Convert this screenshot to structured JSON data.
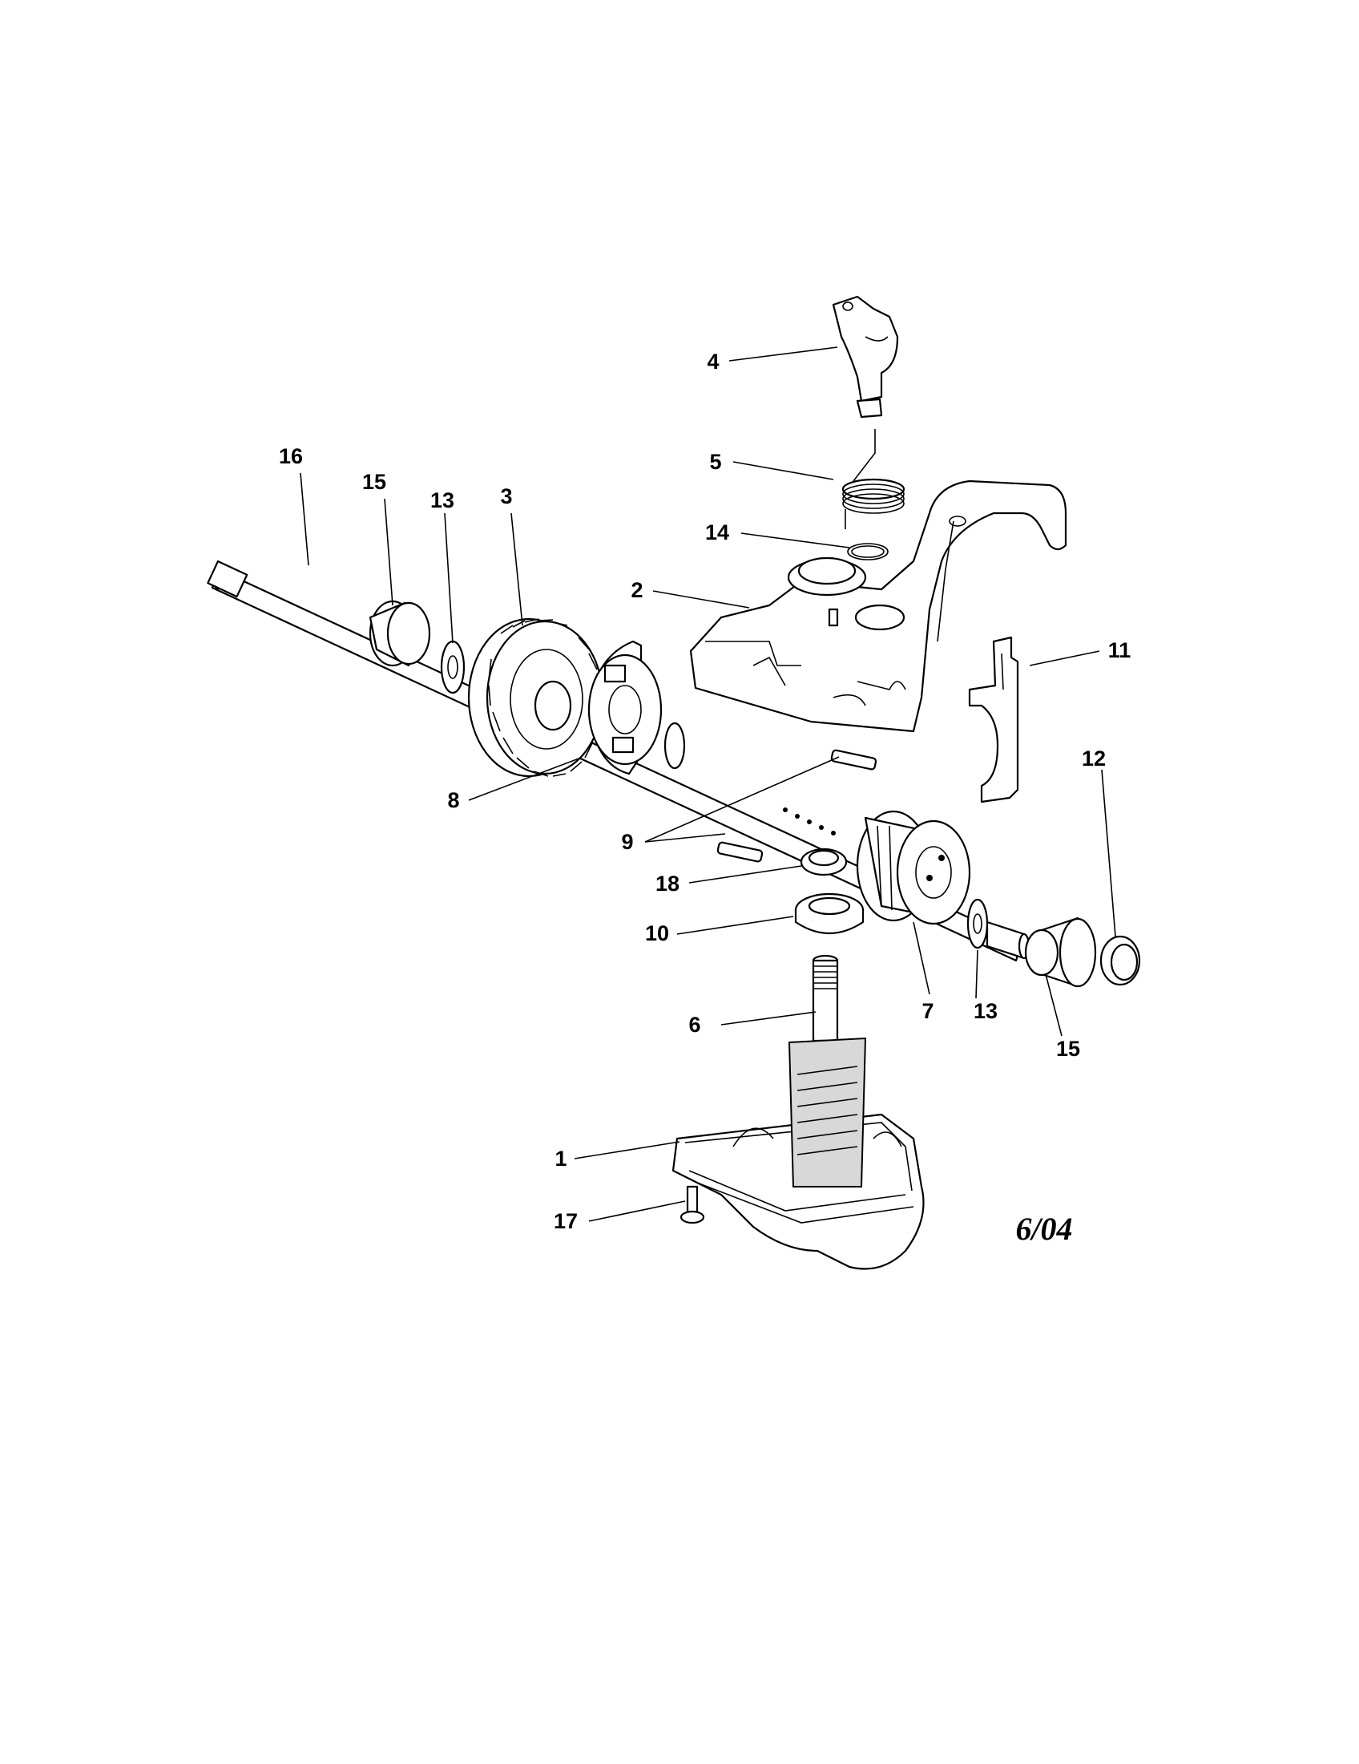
{
  "diagram": {
    "date_mark": "6/04",
    "callouts": [
      {
        "id": "c1",
        "label": "1"
      },
      {
        "id": "c2",
        "label": "2"
      },
      {
        "id": "c3",
        "label": "3"
      },
      {
        "id": "c4",
        "label": "4"
      },
      {
        "id": "c5",
        "label": "5"
      },
      {
        "id": "c6",
        "label": "6"
      },
      {
        "id": "c7",
        "label": "7"
      },
      {
        "id": "c8",
        "label": "8"
      },
      {
        "id": "c9",
        "label": "9"
      },
      {
        "id": "c10",
        "label": "10"
      },
      {
        "id": "c11",
        "label": "11"
      },
      {
        "id": "c12",
        "label": "12"
      },
      {
        "id": "c13a",
        "label": "13"
      },
      {
        "id": "c13b",
        "label": "13"
      },
      {
        "id": "c14",
        "label": "14"
      },
      {
        "id": "c15a",
        "label": "15"
      },
      {
        "id": "c15b",
        "label": "15"
      },
      {
        "id": "c16",
        "label": "16"
      },
      {
        "id": "c17",
        "label": "17"
      },
      {
        "id": "c18",
        "label": "18"
      }
    ]
  }
}
